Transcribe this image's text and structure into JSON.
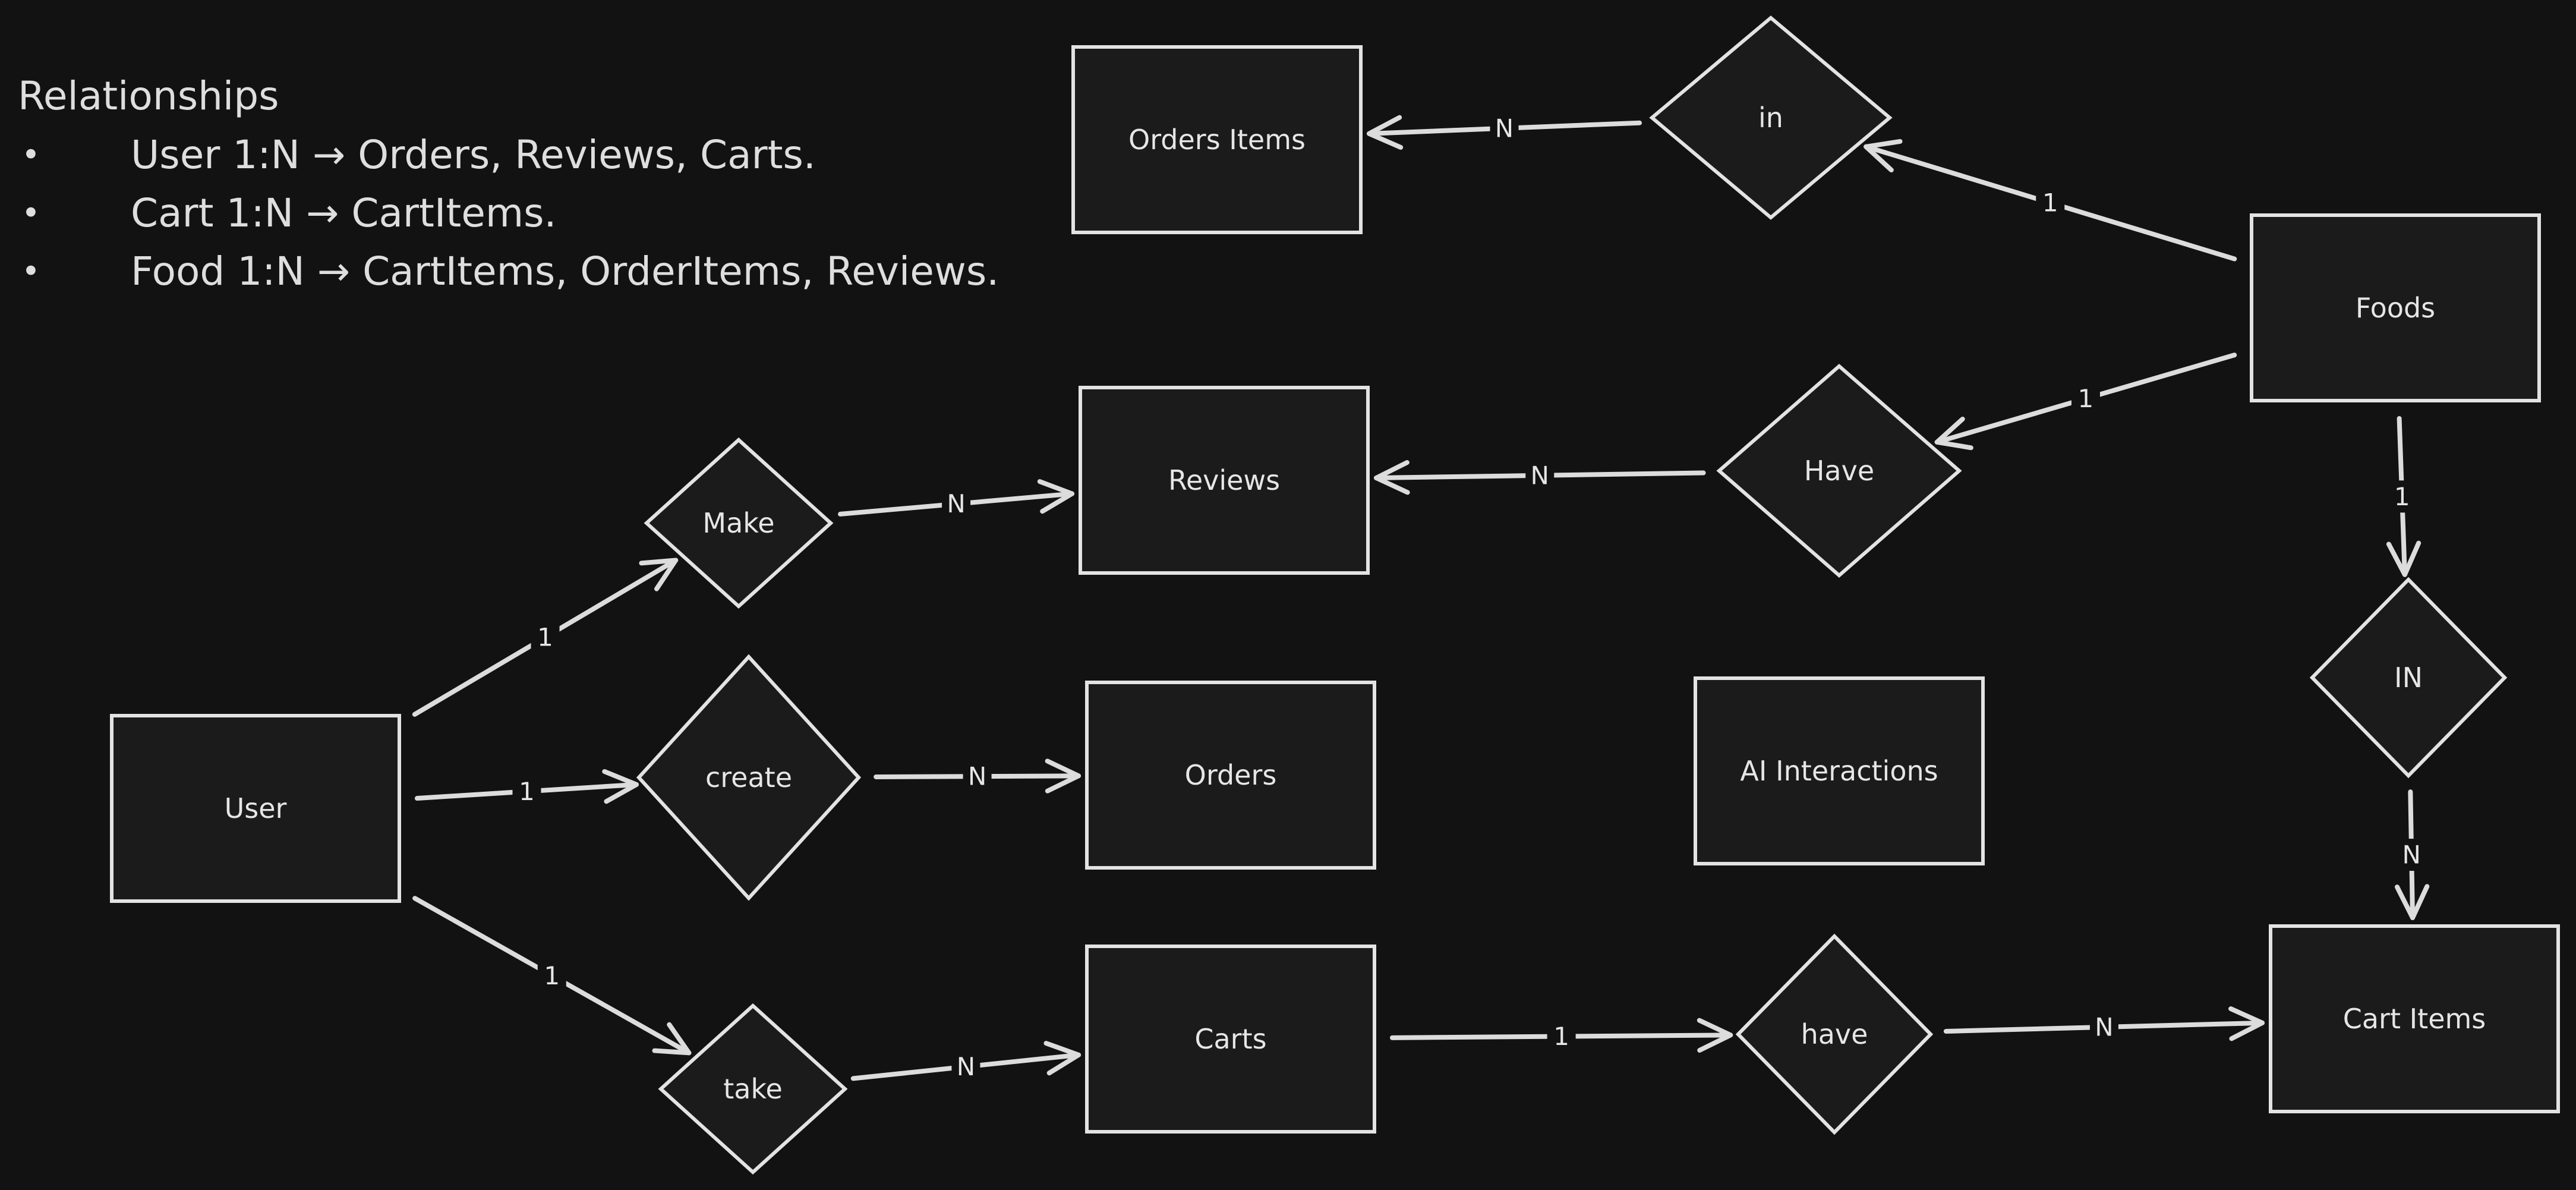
{
  "legend": {
    "title": "Relationships",
    "bullet": "•",
    "items": [
      "User 1:N → Orders, Reviews, Carts.",
      "Cart 1:N → CartItems.",
      "Food 1:N → CartItems, OrderItems, Reviews."
    ]
  },
  "colors": {
    "background": "#121212",
    "node_fill": "#1b1b1b",
    "stroke": "#e3e3e3",
    "text": "#e6e6e6"
  },
  "entities": [
    {
      "id": "user",
      "label": "User"
    },
    {
      "id": "reviews",
      "label": "Reviews"
    },
    {
      "id": "orders",
      "label": "Orders"
    },
    {
      "id": "carts",
      "label": "Carts"
    },
    {
      "id": "orders_items",
      "label": "Orders Items"
    },
    {
      "id": "foods",
      "label": "Foods"
    },
    {
      "id": "ai_interactions",
      "label": "AI Interactions"
    },
    {
      "id": "cart_items",
      "label": "Cart Items"
    }
  ],
  "relationships": [
    {
      "id": "make",
      "label": "Make"
    },
    {
      "id": "create",
      "label": "create"
    },
    {
      "id": "take",
      "label": "take"
    },
    {
      "id": "in",
      "label": "in"
    },
    {
      "id": "have_reviews",
      "label": "Have"
    },
    {
      "id": "in_cart",
      "label": "IN"
    },
    {
      "id": "have_cart",
      "label": "have"
    }
  ],
  "edges": [
    {
      "from": "user",
      "to": "make",
      "cardinality": "1"
    },
    {
      "from": "make",
      "to": "reviews",
      "cardinality": "N"
    },
    {
      "from": "user",
      "to": "create",
      "cardinality": "1"
    },
    {
      "from": "create",
      "to": "orders",
      "cardinality": "N"
    },
    {
      "from": "user",
      "to": "take",
      "cardinality": "1"
    },
    {
      "from": "take",
      "to": "carts",
      "cardinality": "N"
    },
    {
      "from": "foods",
      "to": "in",
      "cardinality": "1"
    },
    {
      "from": "in",
      "to": "orders_items",
      "cardinality": "N"
    },
    {
      "from": "foods",
      "to": "have_reviews",
      "cardinality": "1"
    },
    {
      "from": "have_reviews",
      "to": "reviews",
      "cardinality": "N"
    },
    {
      "from": "foods",
      "to": "in_cart",
      "cardinality": "1"
    },
    {
      "from": "in_cart",
      "to": "cart_items",
      "cardinality": "N"
    },
    {
      "from": "carts",
      "to": "have_cart",
      "cardinality": "1"
    },
    {
      "from": "have_cart",
      "to": "cart_items",
      "cardinality": "N"
    }
  ]
}
